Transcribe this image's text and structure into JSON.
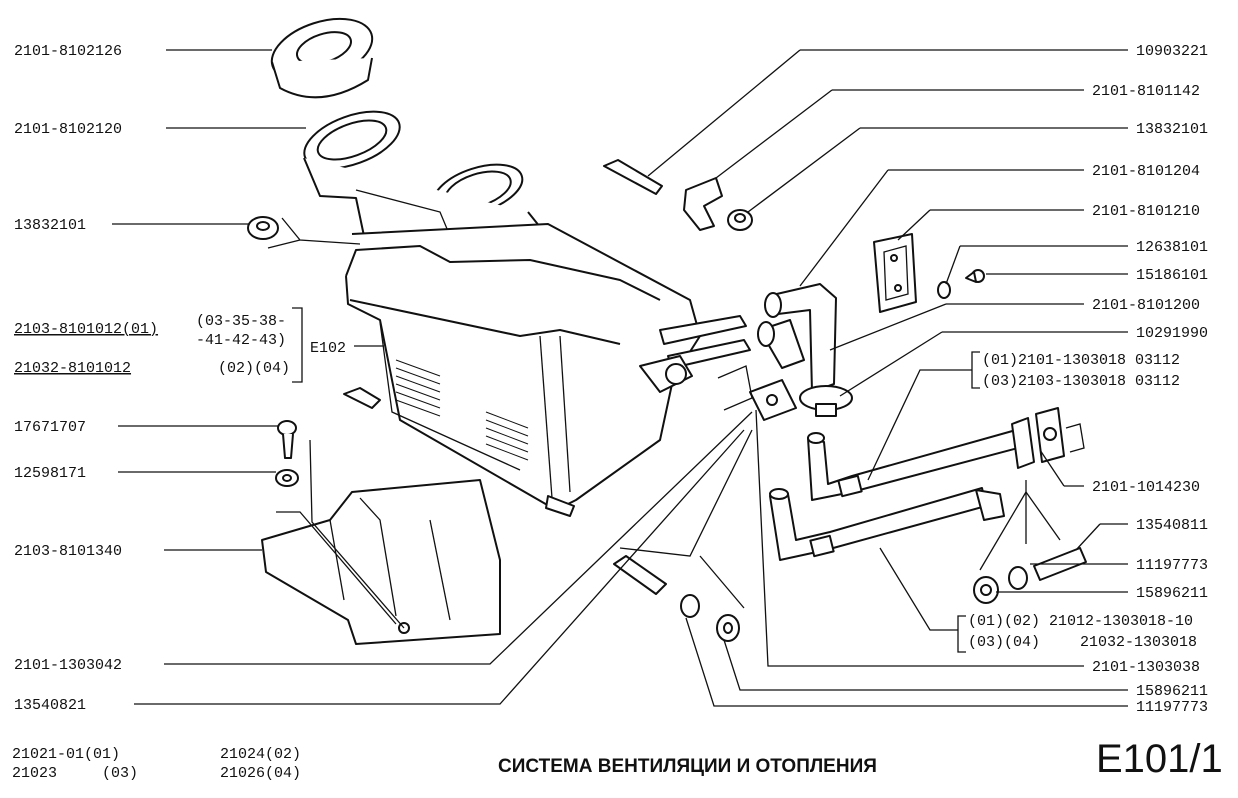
{
  "title": "СИСТЕМА ВЕНТИЛЯЦИИ И ОТОПЛЕНИЯ",
  "page_code": "E101/1",
  "models": {
    "m1": "21021-01(01)",
    "m2": "21023",
    "m2_code": "(03)",
    "m3": "21024(02)",
    "m4": "21026(04)"
  },
  "left_labels": {
    "p1": "2101-8102126",
    "p2": "2101-8102120",
    "p3": "13832101",
    "p4": "2103-8101012(01)",
    "p4_note1": "(03-35-38-",
    "p4_note2": "-41-42-43)",
    "p5": "21032-8101012",
    "p5_note": "(02)(04)",
    "p6": "17671707",
    "p7": "12598171",
    "p8": "2103-8101340",
    "p9": "2101-1303042",
    "p10": "13540821"
  },
  "e102": "E102",
  "right_labels": {
    "r1": "10903221",
    "r2": "2101-8101142",
    "r3": "13832101",
    "r4": "2101-8101204",
    "r5": "2101-8101210",
    "r6": "12638101",
    "r7": "15186101",
    "r8": "2101-8101200",
    "r9": "10291990",
    "r10a": "(01)2101-1303018 03112",
    "r10b": "(03)2103-1303018 03112",
    "r11": "2101-1014230",
    "r12": "13540811",
    "r13": "11197773",
    "r14": "15896211",
    "r15a": "(01)(02)  21012-1303018-10",
    "r15b": "(03)(04)",
    "r15c": "21032-1303018",
    "r16": "2101-1303038",
    "r17": "15896211",
    "r18": "11197773"
  }
}
